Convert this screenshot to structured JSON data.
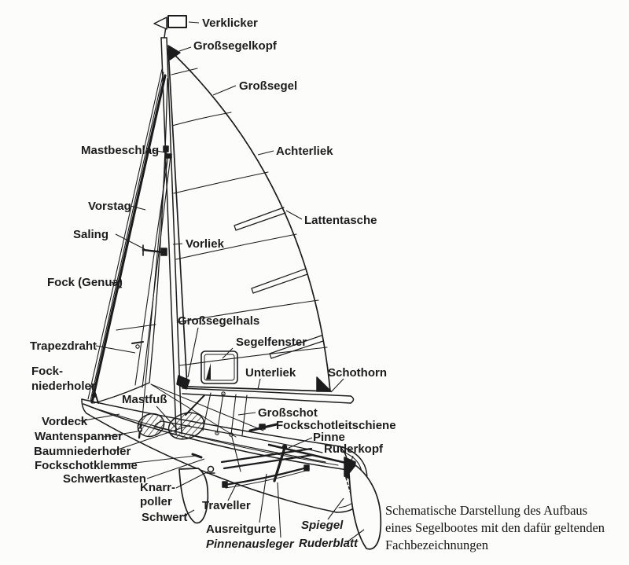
{
  "diagram": {
    "caption": {
      "lines": [
        "Schematische Darstellung des Aufbaus",
        "eines Segelbootes mit den dafür geltenden",
        "Fachbezeichnungen"
      ]
    },
    "labels": {
      "verklicker": "Verklicker",
      "grosssegelkopf": "Großsegelkopf",
      "grosssegel": "Großsegel",
      "mastbeschlag": "Mastbeschlag",
      "achterliek": "Achterliek",
      "vorstag": "Vorstag",
      "lattentasche": "Lattentasche",
      "saling": "Saling",
      "vorliek": "Vorliek",
      "fock_genua": "Fock (Genua)",
      "grosssegelhals": "Großsegelhals",
      "segelfenster": "Segelfenster",
      "trapezdraht": "Trapezdraht",
      "unterliek": "Unterliek",
      "schothorn": "Schothorn",
      "fockniederholer_line1": "Fock-",
      "fockniederholer_line2": "niederholer",
      "mastfuss": "Mastfuß",
      "grossschot": "Großschot",
      "vordeck": "Vordeck",
      "fockschotleitschiene": "Fockschotleitschiene",
      "wantenspanner": "Wantenspanner",
      "pinne": "Pinne",
      "baumniederholer": "Baumniederholer",
      "ruderkopf": "Ruderkopf",
      "fockschotklemme": "Fockschotklemme",
      "schwertkasten": "Schwertkasten",
      "knarrpoller_line1": "Knarr-",
      "knarrpoller_line2": "poller",
      "traveller": "Traveller",
      "schwert": "Schwert",
      "ausreitgurte": "Ausreitgurte",
      "pinnenausleger": "Pinnenausleger",
      "spiegel": "Spiegel",
      "ruderblatt": "Ruderblatt"
    },
    "colors": {
      "ink": "#1c1c1c",
      "paper": "#fcfcfa"
    }
  }
}
